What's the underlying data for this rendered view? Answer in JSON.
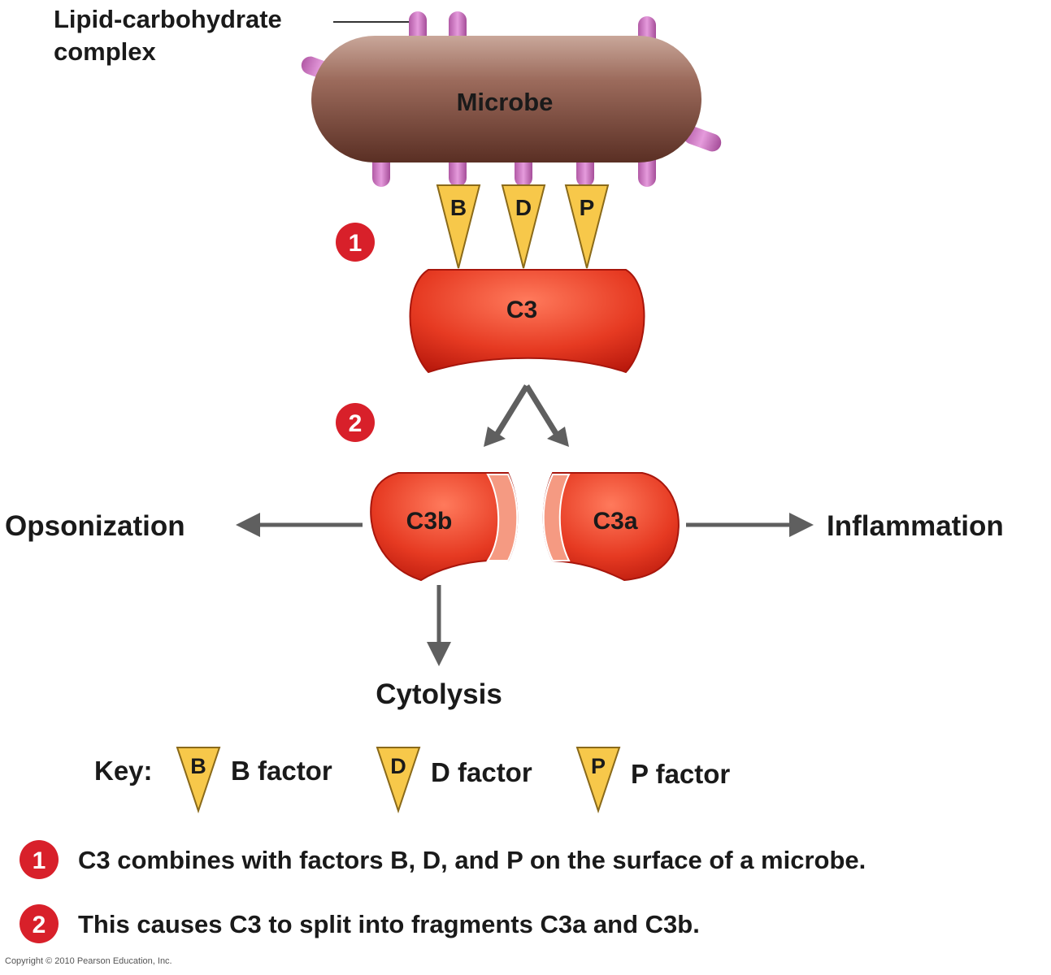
{
  "labels": {
    "lipid": "Lipid-carbohydrate",
    "lipid_line2": "complex",
    "microbe": "Microbe",
    "c3": "C3",
    "c3b": "C3b",
    "c3a": "C3a",
    "opsonization": "Opsonization",
    "inflammation": "Inflammation",
    "cytolysis": "Cytolysis"
  },
  "factors": [
    {
      "letter": "B"
    },
    {
      "letter": "D"
    },
    {
      "letter": "P"
    }
  ],
  "key": {
    "title": "Key:",
    "items": [
      {
        "letter": "B",
        "label": "B factor"
      },
      {
        "letter": "D",
        "label": "D factor"
      },
      {
        "letter": "P",
        "label": "P factor"
      }
    ]
  },
  "steps": [
    {
      "num": "1",
      "text": "C3 combines with factors B, D, and P on the surface of a microbe."
    },
    {
      "num": "2",
      "text": "This causes C3 to split into fragments C3a and C3b."
    }
  ],
  "copyright": "Copyright © 2010 Pearson Education, Inc.",
  "colors": {
    "microbe": "#7a4a3c",
    "spike": "#c46bb8",
    "c3": "#e0301e",
    "factor": "#f7c84a",
    "step_badge": "#d8202a",
    "arrow": "#5f5f5f"
  }
}
